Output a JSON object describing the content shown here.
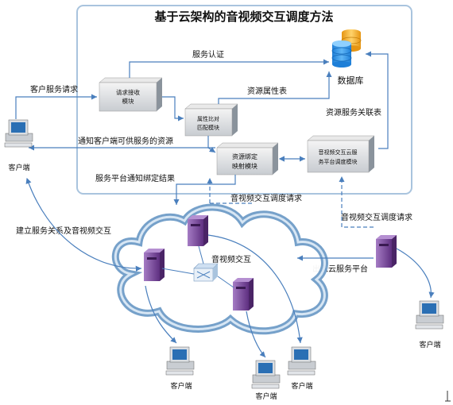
{
  "title": "基于云架构的音视频交互调度方法",
  "modules": {
    "request": [
      "请求接收",
      "模块"
    ],
    "match": [
      "属性比对",
      "匹配模块"
    ],
    "bind": [
      "资源绑定",
      "映射模块"
    ],
    "cloud_service": [
      "音视频交互云服",
      "务平台调度模块"
    ],
    "database": "数据库"
  },
  "edge_labels": {
    "auth": "服务认证",
    "client_request": "客户服务请求",
    "resource_attr": "资源属性表",
    "resource_service": "资源服务关联表",
    "notify_client": "通知客户端可供服务的资源",
    "notify_bind": "服务平台通知绑定结果",
    "av_schedule_req_top": "音视频交互调度请求",
    "av_schedule_req_right": "音视频交互调度请求",
    "establish": "建立服务关系及音视频交互",
    "av_interact": "音视频交互",
    "gateway": "出入云服务平台"
  },
  "clients": {
    "c1": "客户端",
    "c2": "客户端",
    "c3": "客户端",
    "c4": "客户端",
    "c5": "客户端"
  },
  "colors": {
    "panel_border": "#a9c4de",
    "arrow": "#4a7fbd",
    "module_face": "#d9d9d9",
    "module_side": "#7f8c99",
    "server": "#7b4a9b",
    "cloud": "#6f9cc8",
    "db": "#f2b22c"
  }
}
